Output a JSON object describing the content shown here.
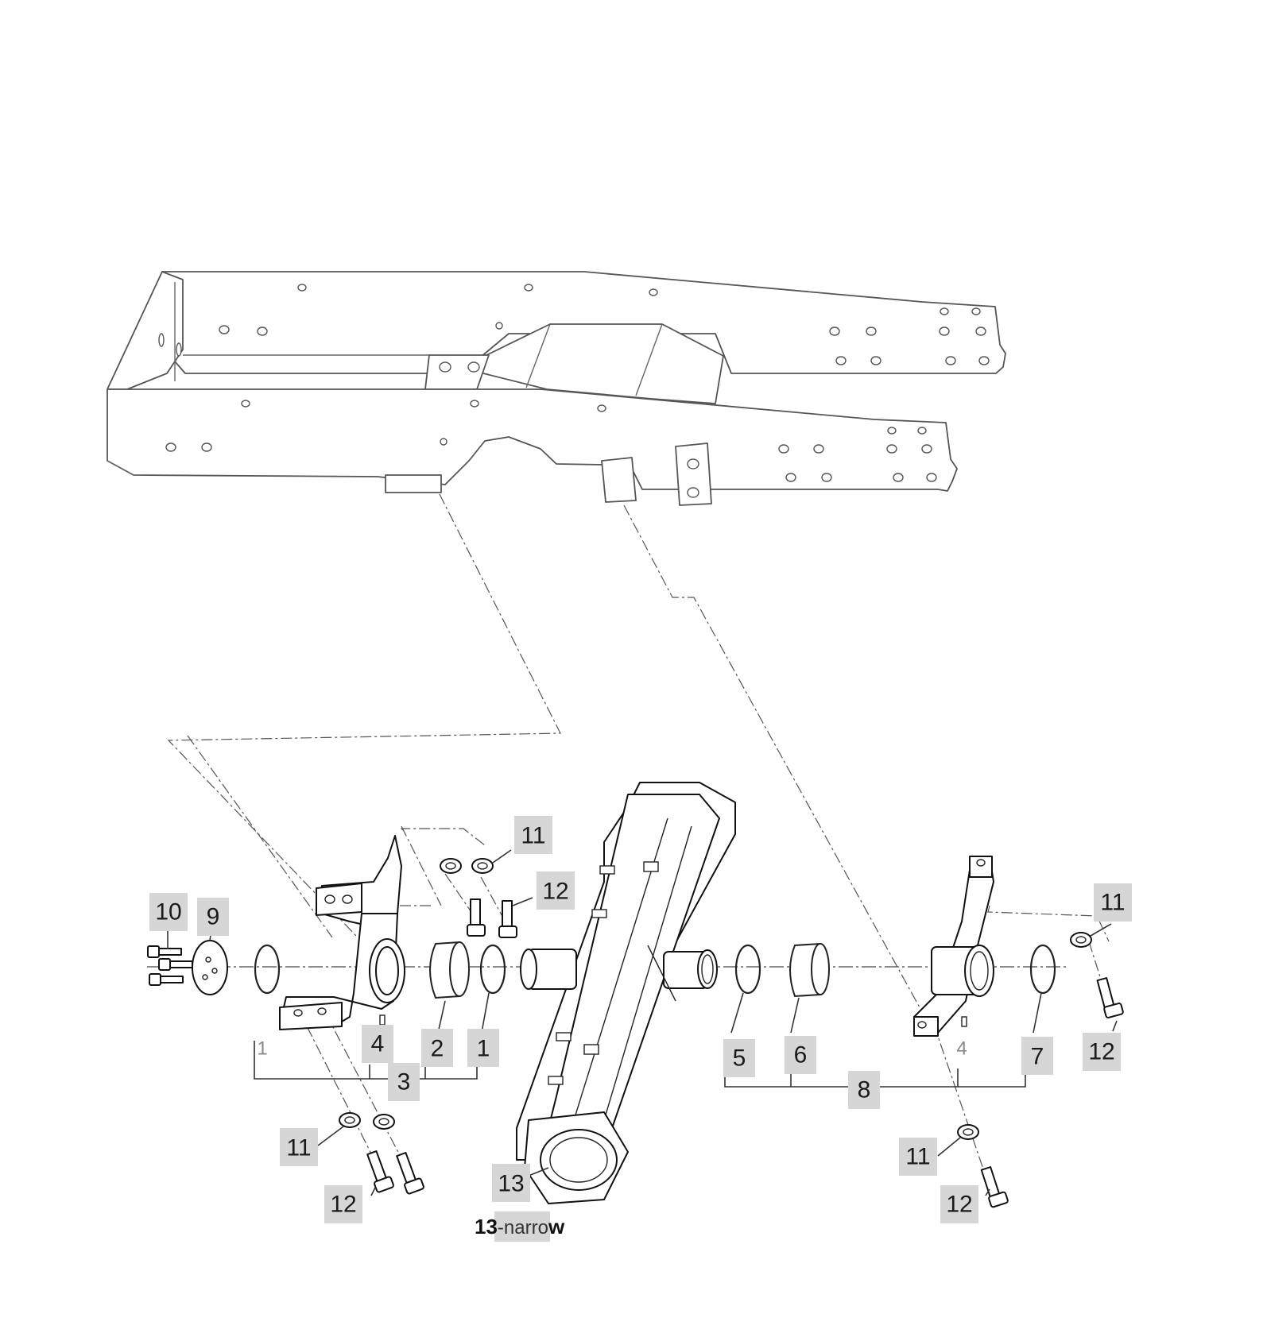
{
  "diagram": {
    "callouts": [
      {
        "id": "c11a",
        "text": "11"
      },
      {
        "id": "c12a",
        "text": "12"
      },
      {
        "id": "c10",
        "text": "10"
      },
      {
        "id": "c9",
        "text": "9"
      },
      {
        "id": "c11b",
        "text": "11"
      },
      {
        "id": "c4a",
        "text": "4"
      },
      {
        "id": "c2",
        "text": "2"
      },
      {
        "id": "c1a",
        "text": "1"
      },
      {
        "id": "c3",
        "text": "3"
      },
      {
        "id": "c5",
        "text": "5"
      },
      {
        "id": "c6",
        "text": "6"
      },
      {
        "id": "c7",
        "text": "7"
      },
      {
        "id": "c12b",
        "text": "12"
      },
      {
        "id": "c8",
        "text": "8"
      },
      {
        "id": "c11c",
        "text": "11"
      },
      {
        "id": "c12c",
        "text": "12"
      },
      {
        "id": "c11d",
        "text": "11"
      },
      {
        "id": "c12d",
        "text": "12"
      },
      {
        "id": "c13",
        "text": "13"
      }
    ],
    "plain_labels": [
      {
        "id": "p1",
        "text": "1"
      },
      {
        "id": "p4",
        "text": "4"
      }
    ],
    "variant_label": {
      "bold_part": "13",
      "separator": "-narr",
      "light_part": "o",
      "tail": "w"
    }
  }
}
